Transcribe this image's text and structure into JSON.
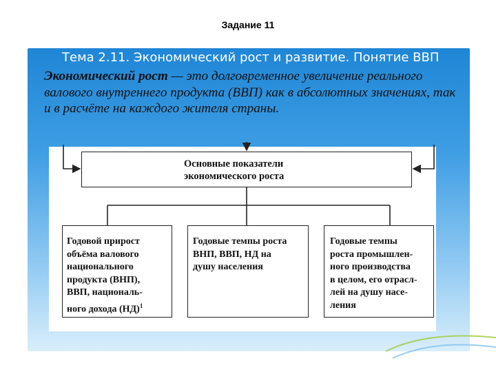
{
  "task_title": "Задание 11",
  "topic": "Тема 2.11. Экономический рост и развитие. Понятие ВВП",
  "definition": {
    "term": "Экономический рост",
    "text": " — это долговременное увеличение реального валового внутреннего продукта (ВВП) как в абсолютных значениях, так и в расчёте на каждого жителя страны."
  },
  "main_box": {
    "line1": "Основные показатели",
    "line2": "экономического роста"
  },
  "boxes": [
    {
      "lines": [
        "Годовой прирост",
        "объёма валового",
        "национального",
        "продукта (ВНП),",
        "ВВП, националь-",
        "ного дохода (НД)"
      ],
      "footnote": "1"
    },
    {
      "lines": [
        "Годовые темпы роста",
        "ВНП, ВВП, НД на",
        "душу населения"
      ]
    },
    {
      "lines": [
        "Годовые темпы",
        "роста промышлен-",
        "ного производства",
        "в целом, его отрасл-",
        "лей на душу насе-",
        "ления"
      ]
    }
  ],
  "colors": {
    "panel_top": "#1f86d6",
    "panel_bottom": "#d9eefb",
    "accent_green": "#9ccb3b"
  }
}
